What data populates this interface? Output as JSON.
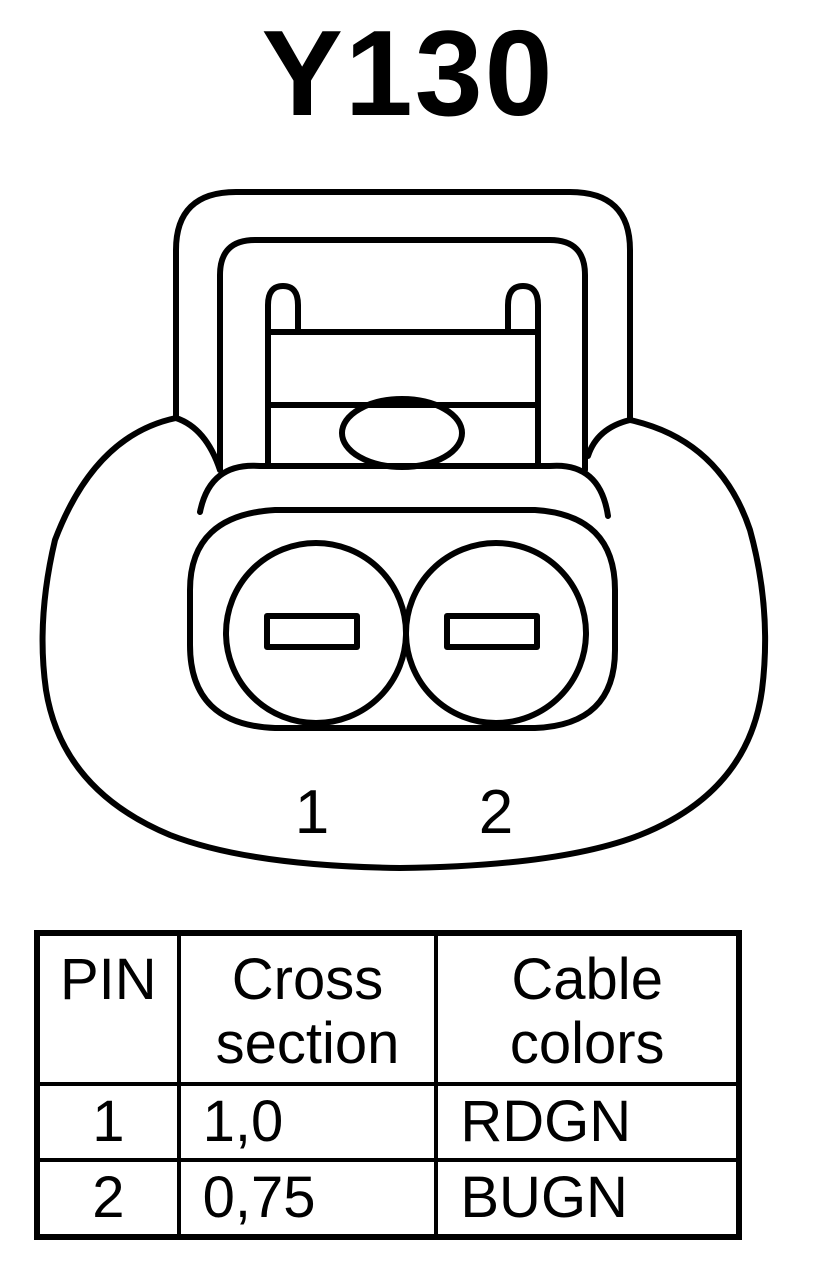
{
  "title": "Y130",
  "connector": {
    "pin_labels": [
      "1",
      "2"
    ]
  },
  "table": {
    "headers": {
      "pin": [
        "PIN"
      ],
      "cross_section": [
        "Cross",
        "section"
      ],
      "cable_colors": [
        "Cable",
        "colors"
      ]
    },
    "rows": [
      {
        "pin": "1",
        "cross_section": "1,0",
        "cable_color": "RDGN"
      },
      {
        "pin": "2",
        "cross_section": "0,75",
        "cable_color": "BUGN"
      }
    ]
  }
}
